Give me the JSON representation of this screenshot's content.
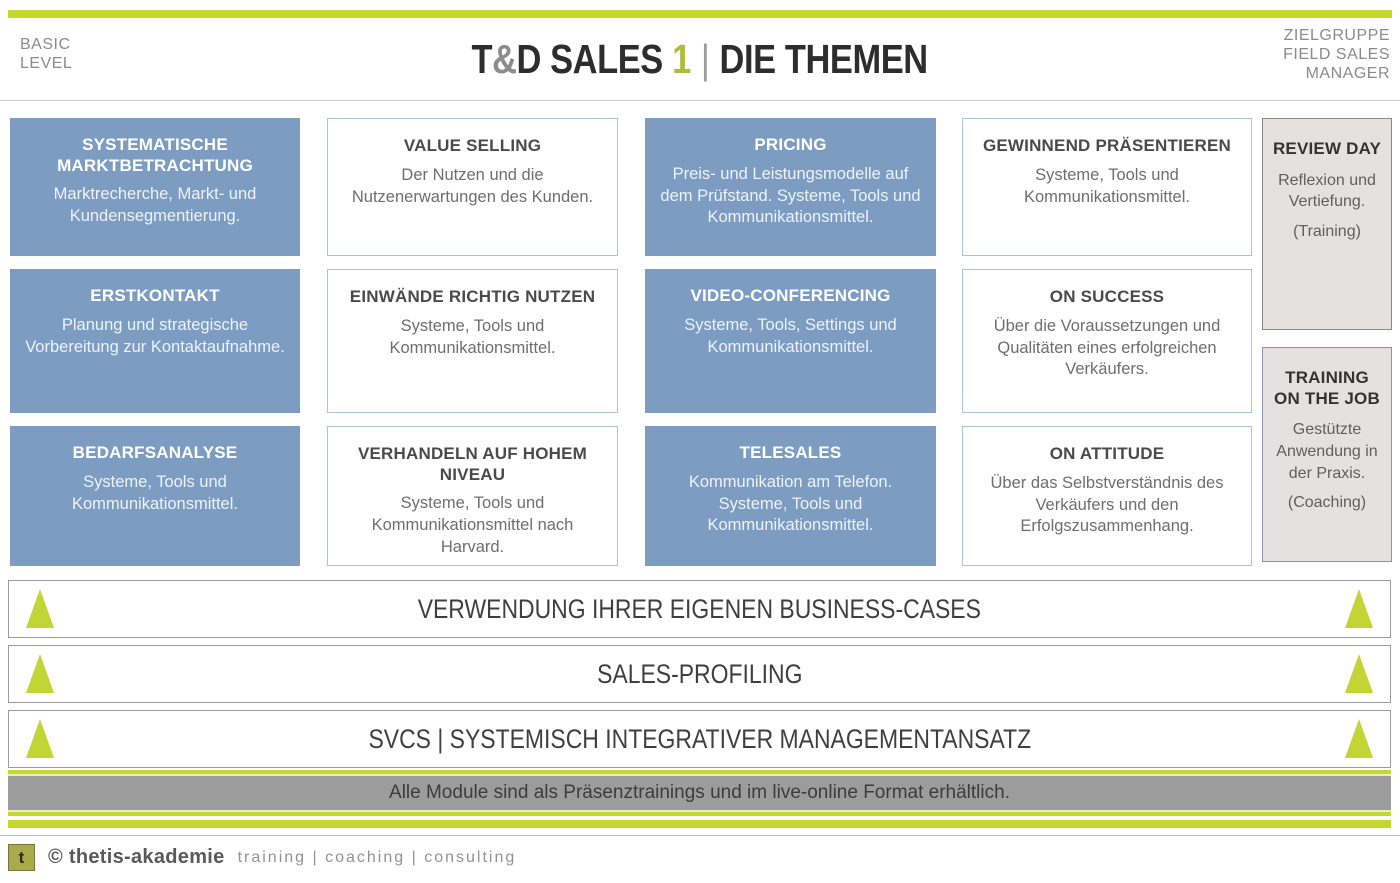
{
  "header": {
    "level": {
      "line1": "BASIC",
      "line2": "LEVEL"
    },
    "title": {
      "prefix": "T",
      "amp": "&",
      "main": "D SALES",
      "number": "1",
      "separator": "|",
      "rest": "DIE THEMEN"
    },
    "audience": {
      "line1": "ZIELGRUPPE",
      "line2": "FIELD SALES",
      "line3": "MANAGER"
    }
  },
  "grid": {
    "columns": [
      {
        "variant": "blue",
        "cards": [
          {
            "title": "SYSTEMATISCHE MARKTBETRACHTUNG",
            "body": "Marktrecherche, Markt- und Kundensegmentierung."
          },
          {
            "title": "ERSTKONTAKT",
            "body": "Planung und strategische Vorbereitung zur Kontaktaufnahme."
          },
          {
            "title": "BEDARFSANALYSE",
            "body": "Systeme, Tools und Kommunikationsmittel."
          }
        ]
      },
      {
        "variant": "outline",
        "cards": [
          {
            "title": "VALUE SELLING",
            "body": "Der Nutzen und die Nutzenerwartungen des Kunden."
          },
          {
            "title": "EINWÄNDE RICHTIG NUTZEN",
            "body": "Systeme, Tools und Kommunikationsmittel."
          },
          {
            "title": "VERHANDELN AUF HOHEM NIVEAU",
            "body": "Systeme, Tools und Kommunikationsmittel nach Harvard."
          }
        ]
      },
      {
        "variant": "blue",
        "cards": [
          {
            "title": "PRICING",
            "body": "Preis- und Leistungsmodelle auf dem Prüfstand. Systeme, Tools und Kommunikationsmittel."
          },
          {
            "title": "VIDEO-CONFERENCING",
            "body": "Systeme, Tools, Settings und Kommunikationsmittel."
          },
          {
            "title": "TELESALES",
            "body": "Kommunikation am Telefon. Systeme, Tools und Kommunikationsmittel."
          }
        ]
      },
      {
        "variant": "outline",
        "cards": [
          {
            "title": "GEWINNEND PRÄSENTIEREN",
            "body": "Systeme, Tools und Kommunikationsmittel."
          },
          {
            "title": "ON SUCCESS",
            "body": "Über die Voraussetzungen und Qualitäten eines erfolgreichen Verkäufers."
          },
          {
            "title": "ON ATTITUDE",
            "body": "Über das Selbstverständnis des Verkäufers und den Erfolgszusammenhang."
          }
        ]
      }
    ],
    "side_cards": [
      {
        "title": "REVIEW DAY",
        "body": "Reflexion und Vertiefung.",
        "note": "(Training)"
      },
      {
        "title": "TRAINING ON THE JOB",
        "body": "Gestützte Anwendung in der Praxis.",
        "note": "(Coaching)"
      }
    ]
  },
  "bands": [
    {
      "label": "VERWENDUNG IHRER EIGENEN BUSINESS-CASES"
    },
    {
      "label": "SALES-PROFILING"
    },
    {
      "label": "SVCS | SYSTEMISCH INTEGRATIVER MANAGEMENTANSATZ"
    }
  ],
  "notice": {
    "text": "Alle Module sind als Präsenztrainings und im live-online Format erhältlich."
  },
  "footer": {
    "logo_letter": "t",
    "copyright": "© thetis-akademie",
    "tagline": "training | coaching | consulting"
  },
  "colors": {
    "accent": "#c5d82e",
    "accent_number": "#aebc3a",
    "module_blue": "#7c9dc1",
    "outline_border": "#aac4d5",
    "side_fill": "#e4e2e1",
    "side_border_review": "#8a8a8a",
    "side_border_training": "#9090b4",
    "notice_fill": "#9c9c9c",
    "text_dark": "#3c3c3c",
    "text_gray": "#8b8b8b"
  }
}
